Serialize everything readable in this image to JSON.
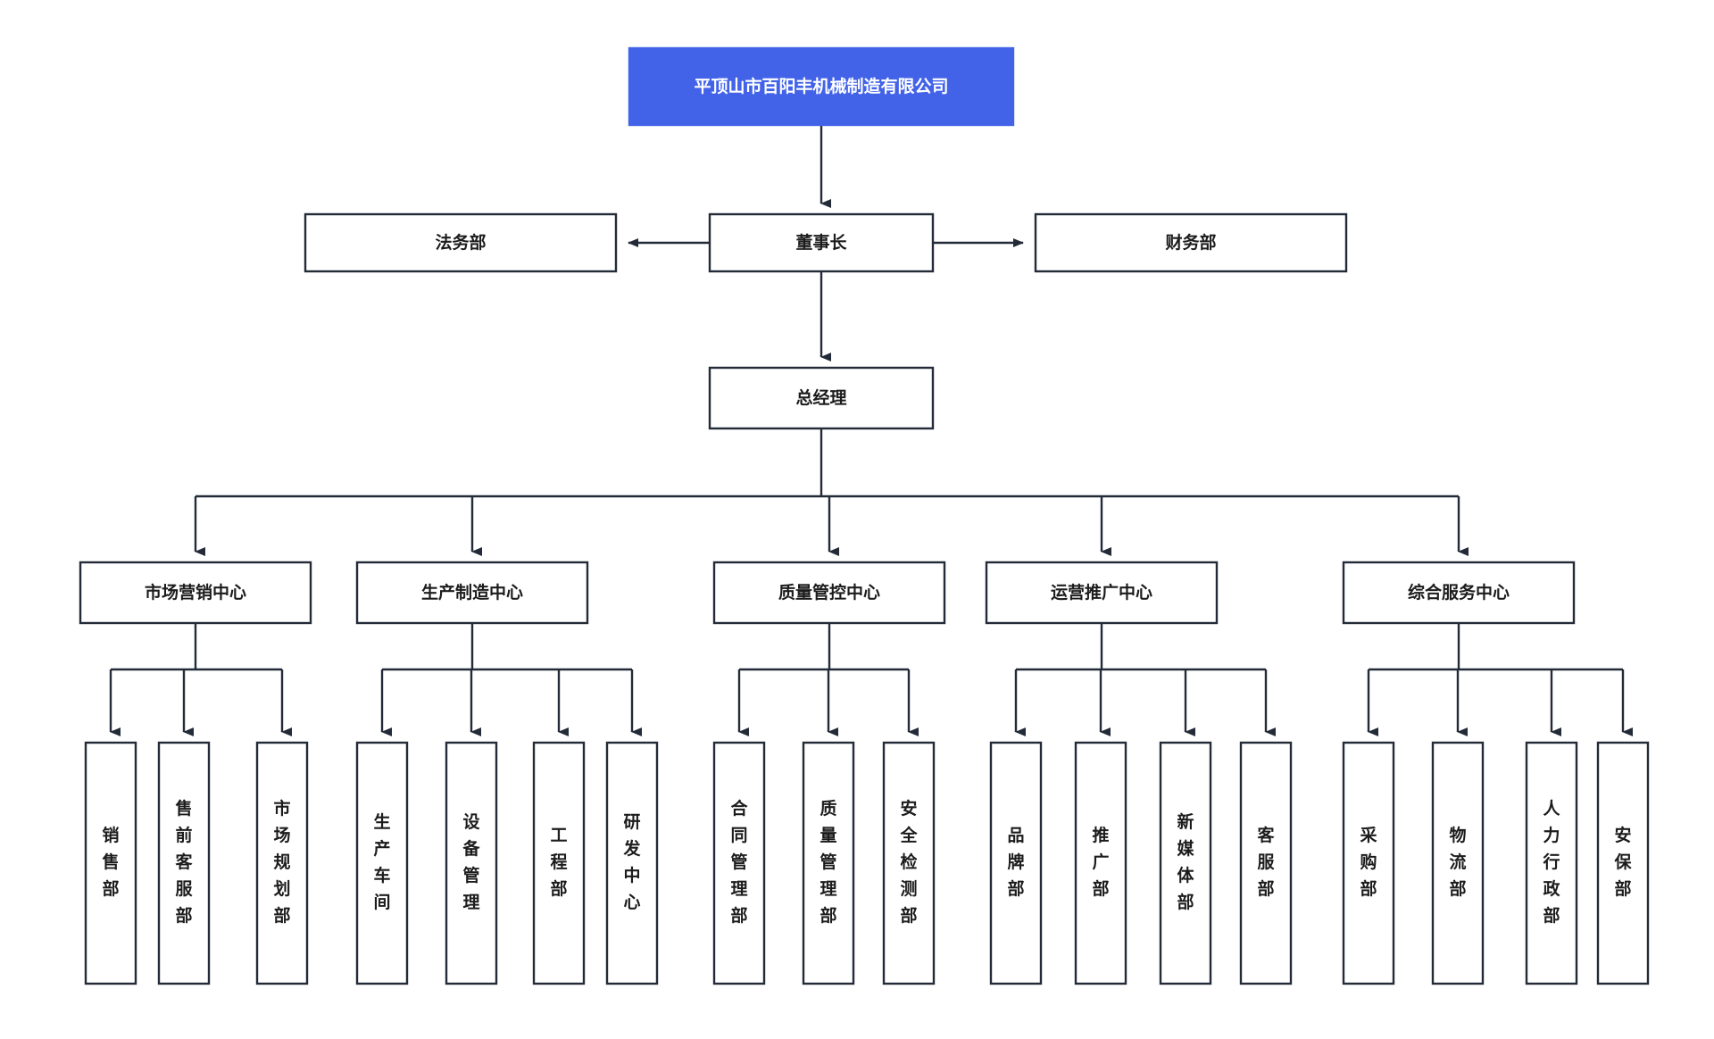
{
  "diagram": {
    "type": "organization-chart",
    "orientation": "top-down",
    "colors": {
      "root_fill": "#4263e8",
      "root_text": "#ffffff",
      "box_stroke": "#232b38",
      "box_fill": "#ffffff",
      "connector": "#232b38",
      "text": "#1c1c1c",
      "background": "#ffffff"
    }
  },
  "root": {
    "label": "平顶山市百阳丰机械制造有限公司"
  },
  "level2": {
    "center": {
      "label": "董事长"
    },
    "left": {
      "label": "法务部"
    },
    "right": {
      "label": "财务部"
    }
  },
  "level3": {
    "center": {
      "label": "总经理"
    }
  },
  "centers": [
    {
      "label": "市场营销中心",
      "children": [
        {
          "label": "销售部"
        },
        {
          "label": "售前客服部"
        },
        {
          "label": "市场规划部"
        }
      ]
    },
    {
      "label": "生产制造中心",
      "children": [
        {
          "label": "生产车间"
        },
        {
          "label": "设备管理"
        },
        {
          "label": "工程部"
        },
        {
          "label": "研发中心"
        }
      ]
    },
    {
      "label": "质量管控中心",
      "children": [
        {
          "label": "合同管理部"
        },
        {
          "label": "质量管理部"
        },
        {
          "label": "安全检测部"
        }
      ]
    },
    {
      "label": "运营推广中心",
      "children": [
        {
          "label": "品牌部"
        },
        {
          "label": "推广部"
        },
        {
          "label": "新媒体部"
        },
        {
          "label": "客服部"
        }
      ]
    },
    {
      "label": "综合服务中心",
      "children": [
        {
          "label": "采购部"
        },
        {
          "label": "物流部"
        },
        {
          "label": "人力行政部"
        },
        {
          "label": "安保部"
        }
      ]
    }
  ]
}
